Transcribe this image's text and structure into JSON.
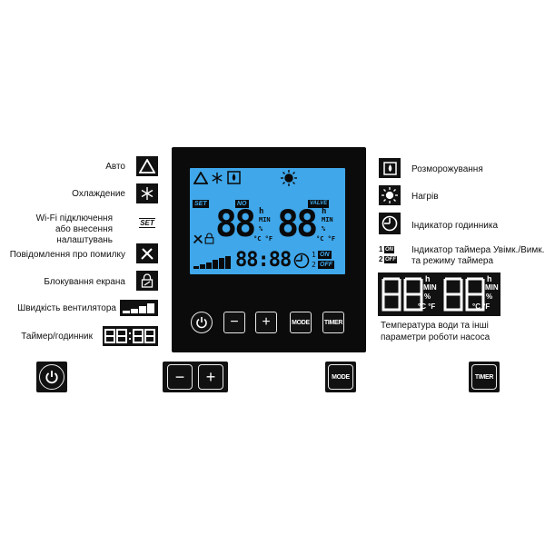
{
  "left_labels": {
    "auto": "Авто",
    "cooling": "Охлаждение",
    "wifi_line1": "Wi-Fi підключення",
    "wifi_line2": "або внесення налаштувань",
    "error": "Повідомлення про помилку",
    "lock": "Блокування екрана",
    "fan_speed": "Швидкість вентилятора",
    "timer_clock": "Таймер/годинник"
  },
  "right_labels": {
    "defrost": "Розморожування",
    "heating": "Нагрів",
    "clock_indicator": "Індикатор годинника",
    "timer_line1": "Індикатор таймера Увімк./Вимк.",
    "timer_line2": "та режиму таймера",
    "water_line1": "Температура води та інші",
    "water_line2": "параметри роботи насоса"
  },
  "icons": {
    "set": "SET",
    "on": "ON",
    "off": "OFF",
    "timer_num1": "1",
    "timer_num2": "2"
  },
  "lcd": {
    "set": "SET",
    "no": "NO",
    "valve": "VALVE",
    "digits_left": "88",
    "digits_right": "88",
    "h": "h",
    "min": "MIN",
    "pct": "%",
    "units": "°C °F",
    "clock": "88:88",
    "num1": "1",
    "num2": "2",
    "on": "ON",
    "off": "OFF"
  },
  "panel_buttons": {
    "mode": "MODE",
    "timer": "TIMER",
    "minus": "−",
    "plus": "+"
  },
  "big_display": {
    "h": "h",
    "min": "MIN",
    "pct": "%",
    "units": "°C °F"
  },
  "bottom_buttons": {
    "mode": "MODE",
    "timer": "TIMER",
    "minus": "−",
    "plus": "+"
  },
  "colors": {
    "lcd_background": "#3fa7ea",
    "panel": "#0b0b0b"
  }
}
